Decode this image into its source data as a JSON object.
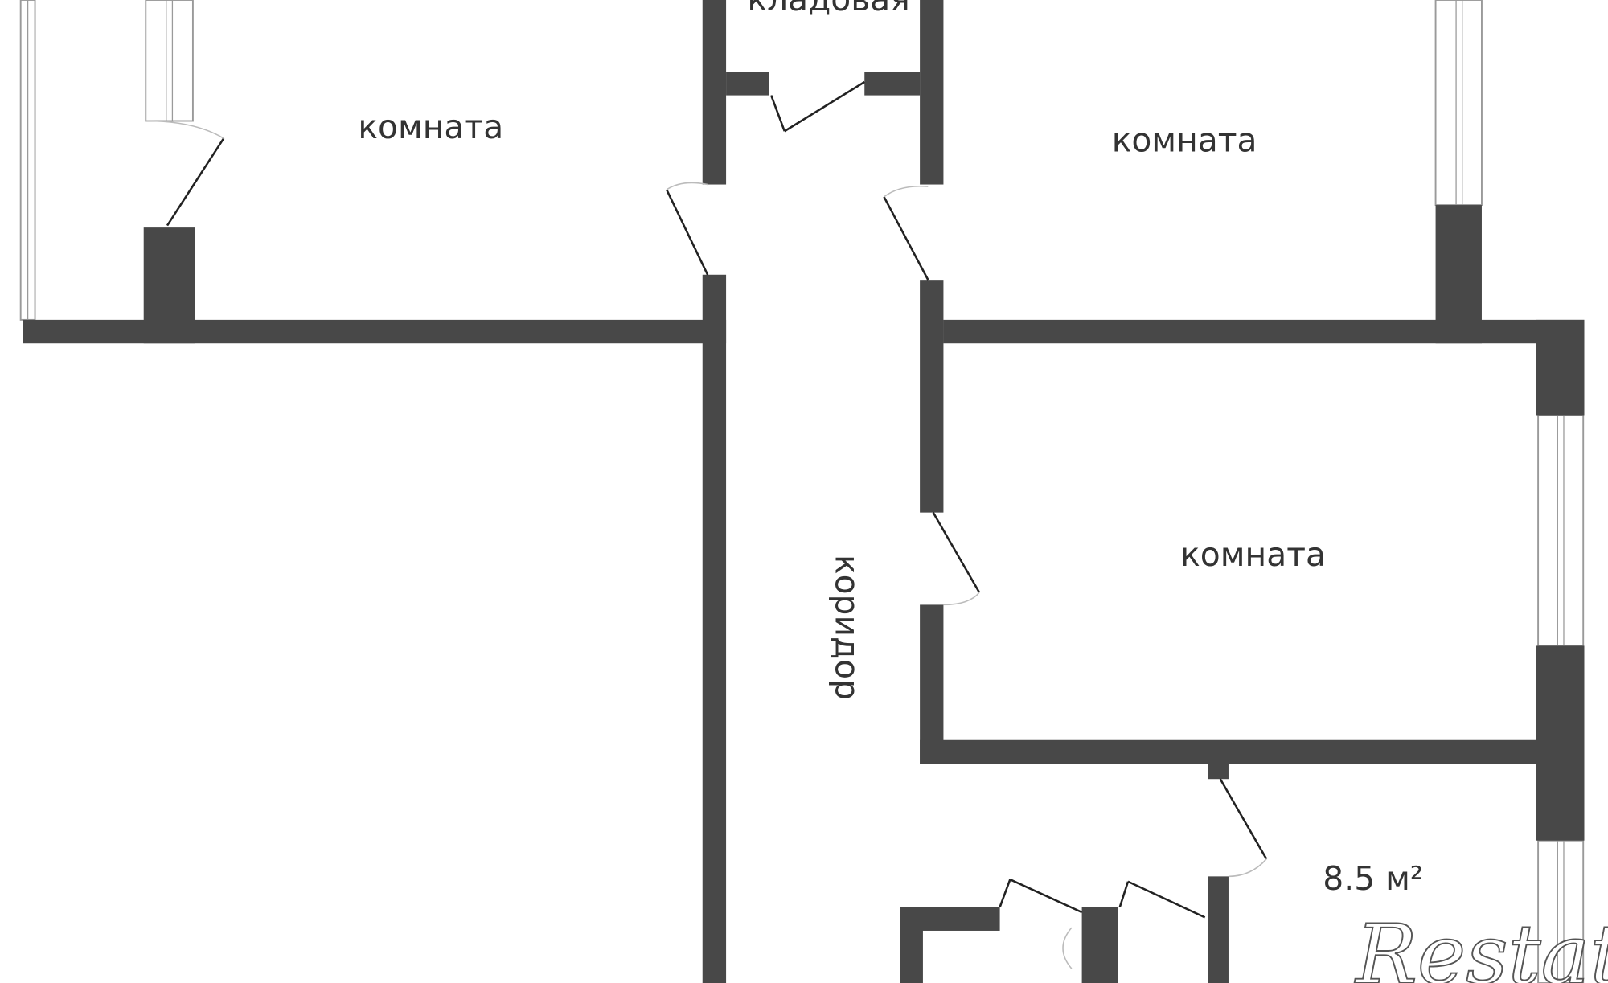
{
  "rooms": {
    "room_top_left": "комната",
    "storage": "кладовая",
    "room_top_right": "комната",
    "room_middle_right": "комната",
    "corridor": "коридор",
    "area_label": "8.5 м²"
  },
  "watermark": "Restate",
  "colors": {
    "wall": "#484848",
    "background": "#ffffff"
  }
}
